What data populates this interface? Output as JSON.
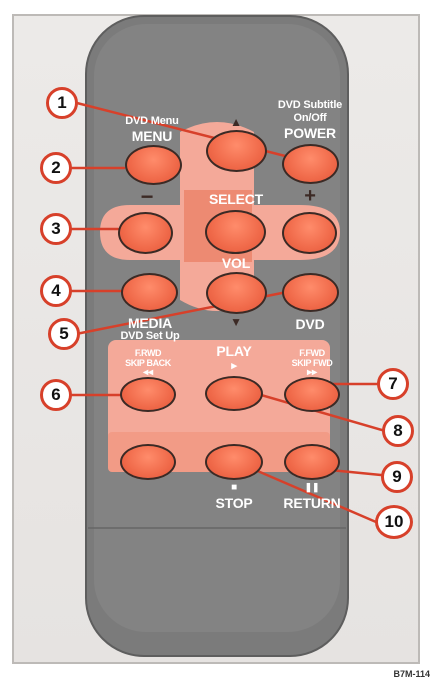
{
  "labels": {
    "dvd_menu": "DVD Menu",
    "menu": "MENU",
    "dvd_subtitle": "DVD Subtitle",
    "on_off": "On/Off",
    "power": "POWER",
    "select": "SELECT",
    "vol": "VOL",
    "minus": "−",
    "plus": "+",
    "media": "MEDIA",
    "dvd_set_up": "DVD Set Up",
    "dvd": "DVD",
    "f_rwd": "F.RWD",
    "skip_back": "SKIP BACK",
    "rwd_glyph": "◂◂",
    "play": "PLAY",
    "play_glyph": "▸",
    "f_fwd": "F.FWD",
    "skip_fwd": "SKIP FWD",
    "fwd_glyph": "▸▸",
    "stop_glyph": "■",
    "stop": "STOP",
    "pause_glyph": "❚❚",
    "return": "RETURN",
    "up_glyph": "▲",
    "down_glyph": "▼"
  },
  "callouts": [
    "1",
    "2",
    "3",
    "4",
    "5",
    "6",
    "7",
    "8",
    "9",
    "10"
  ],
  "image_code": "B7M-114",
  "colors": {
    "remote_body": "#7d7d7d",
    "button": "#f06a4a",
    "panel": "#f4a999",
    "callout_ring": "#d7402a"
  }
}
